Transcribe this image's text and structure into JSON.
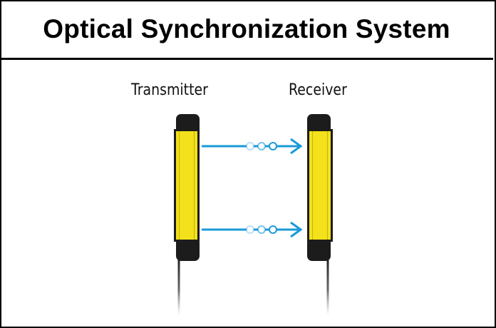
{
  "title": "Optical Synchronization System",
  "labels": {
    "transmitter": "Transmitter",
    "receiver": "Receiver"
  },
  "colors": {
    "border": "#000000",
    "housing_yellow": "#f3e21b",
    "housing_dark": "#1c1c1c",
    "beam_blue": "#1a9ad8"
  },
  "beams": [
    "upper-beam",
    "lower-beam"
  ]
}
